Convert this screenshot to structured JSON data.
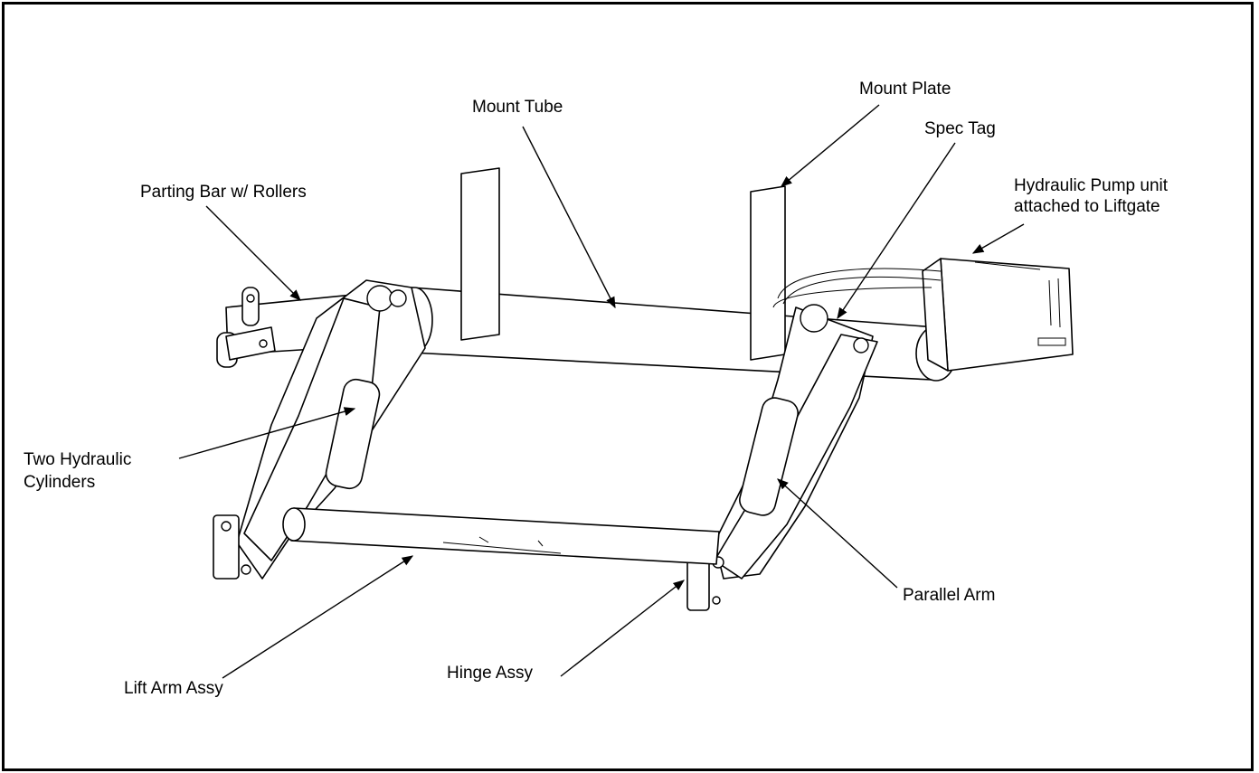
{
  "labels": {
    "mount_plate": "Mount Plate",
    "mount_tube": "Mount Tube",
    "spec_tag": "Spec Tag",
    "parting_bar": "Parting Bar w/ Rollers",
    "hydraulic_pump_line1": "Hydraulic Pump unit",
    "hydraulic_pump_line2": "attached to Liftgate",
    "two_cylinders_line1": "Two Hydraulic",
    "two_cylinders_line2": "Cylinders",
    "parallel_arm": "Parallel Arm",
    "lift_arm_assy": "Lift Arm Assy",
    "hinge_assy": "Hinge Assy"
  },
  "colors": {
    "line": "#000000",
    "background": "#ffffff"
  }
}
